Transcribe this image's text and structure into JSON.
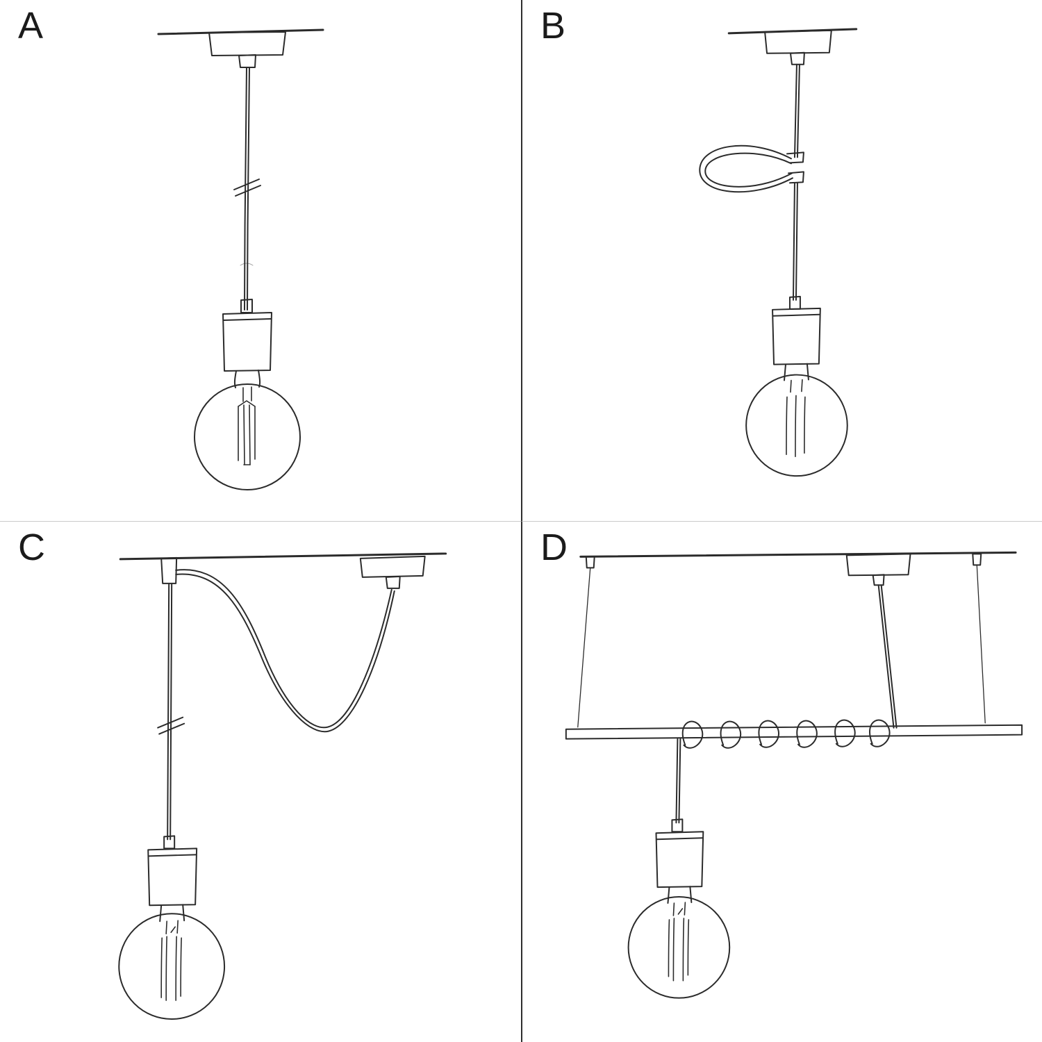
{
  "page": {
    "background": "#ffffff",
    "ink_color": "#2b2b2b",
    "divider_vertical_color": "#2e2e2e",
    "divider_horizontal_color": "#c9c9c9"
  },
  "panels": [
    {
      "label": "A",
      "icon": "single-pendant-straight-drop-sketch"
    },
    {
      "label": "B",
      "icon": "pendant-with-cable-loop-clip-sketch"
    },
    {
      "label": "C",
      "icon": "swag-pendant-two-ceiling-points-sketch"
    },
    {
      "label": "D",
      "icon": "pendant-with-suspension-bar-spiral-wrap-sketch"
    }
  ]
}
